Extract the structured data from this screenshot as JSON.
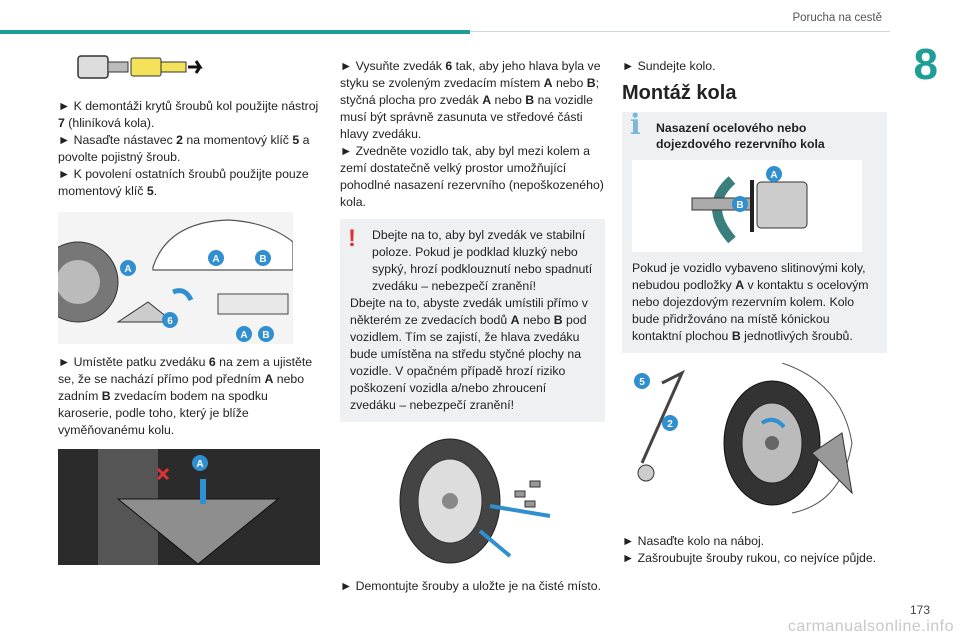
{
  "header": {
    "title": "Porucha na cestě",
    "chapter": "8",
    "page": "173"
  },
  "watermark": "carmanualsonline.info",
  "col1": {
    "p1_a": "► K demontáži krytů šroubů kol použijte nástroj ",
    "p1_b": "7",
    "p1_c": " (hliníková kola).",
    "p2_a": "► Nasaďte nástavec ",
    "p2_b": "2",
    "p2_c": " na momentový klíč ",
    "p2_d": "5",
    "p2_e": " a povolte pojistný šroub.",
    "p3_a": "► K povolení ostatních šroubů použijte pouze momentový klíč ",
    "p3_b": "5",
    "p3_c": ".",
    "fig_labels": {
      "a": "A",
      "b": "B",
      "six": "6"
    },
    "p4_a": "► Umístěte patku zvedáku ",
    "p4_b": "6",
    "p4_c": " na zem a ujistěte se, že se nachází přímo pod předním ",
    "p4_d": "A",
    "p4_e": " nebo zadním ",
    "p4_f": "B",
    "p4_g": " zvedacím bodem na spodku karoserie, podle toho, který je blíže vyměňovanému kolu."
  },
  "col2": {
    "p1_a": "► Vysuňte zvedák ",
    "p1_b": "6",
    "p1_c": " tak, aby jeho hlava byla ve styku se zvoleným zvedacím místem ",
    "p1_d": "A",
    "p1_e": " nebo ",
    "p1_f": "B",
    "p1_g": "; styčná plocha pro zvedák ",
    "p1_h": "A",
    "p1_i": " nebo ",
    "p1_j": "B",
    "p1_k": " na vozidle musí být správně zasunuta ve středové části hlavy zvedáku.",
    "p2": "► Zvedněte vozidlo tak, aby byl mezi kolem a zemí dostatečně velký prostor umožňující pohodlné nasazení rezervního (nepoškozeného) kola.",
    "warn_mark": "!",
    "warn_1": "Dbejte na to, aby byl zvedák ve stabilní poloze. Pokud je podklad kluzký nebo sypký, hrozí podklouznutí nebo spadnutí zvedáku – nebezpečí zranění!",
    "warn_2_a": "Dbejte na to, abyste zvedák umístili přímo v některém ze zvedacích bodů ",
    "warn_2_b": "A",
    "warn_2_c": " nebo ",
    "warn_2_d": "B",
    "warn_2_e": " pod vozidlem. Tím se zajistí, že hlava zvedáku bude umístěna na středu styčné plochy na vozidle. V opačném případě hrozí riziko poškození vozidla a/nebo zhroucení zvedáku – nebezpečí zranění!",
    "p3": "► Demontujte šrouby a uložte je na čisté místo."
  },
  "col3": {
    "p1": "► Sundejte kolo.",
    "section_title": "Montáž kola",
    "info_mark": "i",
    "info_title": "Nasazení ocelového nebo dojezdového rezervního kola",
    "info_labels": {
      "a": "A",
      "b": "B"
    },
    "info_text_a": "Pokud je vozidlo vybaveno slitinovými koly, nebudou podložky ",
    "info_text_b": "A",
    "info_text_c": " v kontaktu s ocelovým nebo dojezdovým rezervním kolem. Kolo bude přidržováno na místě kónickou kontaktní plochou ",
    "info_text_d": "B",
    "info_text_e": " jednotlivých šroubů.",
    "fig_labels": {
      "five": "5",
      "two": "2"
    },
    "p2": "► Nasaďte kolo na náboj.",
    "p3": "► Zašroubujte šrouby rukou, co nejvíce půjde."
  },
  "colors": {
    "accent": "#1e9e97",
    "label_blue": "#2f8fcf",
    "warn_red": "#e03232",
    "info_blue": "#7ab7d8"
  }
}
